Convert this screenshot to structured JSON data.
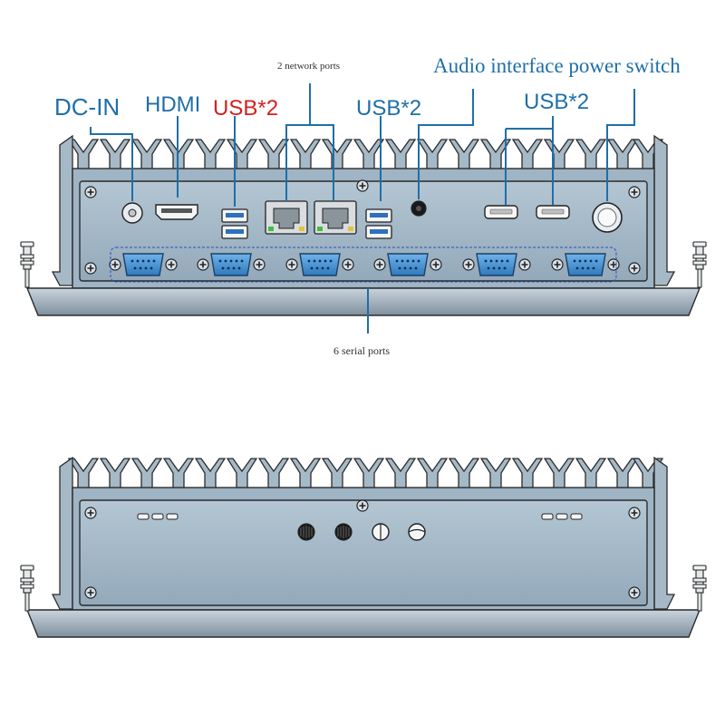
{
  "labels": {
    "dc_in": "DC-IN",
    "hdmi": "HDMI",
    "usb_red": "USB*2",
    "network": "2 network ports",
    "usb_center": "USB*2",
    "audio_power": "Audio interface power switch",
    "usb_right": "USB*2",
    "serial": "6 serial ports"
  },
  "colors": {
    "label_blue": "#1f6fa8",
    "label_red": "#d42020",
    "leader_line": "#1f6fa8",
    "small_text": "#333333",
    "chassis_fill": "#9fb4c4",
    "chassis_stroke": "#2b2b2b",
    "serial_port": "#3f8fd0",
    "highlight_box": "#2a4fbf"
  },
  "icons": [
    "screw-icon",
    "usb-port-icon",
    "rj45-port-icon",
    "hdmi-port-icon",
    "db9-serial-port-icon",
    "dc-jack-icon",
    "audio-jack-icon",
    "power-button-icon"
  ]
}
